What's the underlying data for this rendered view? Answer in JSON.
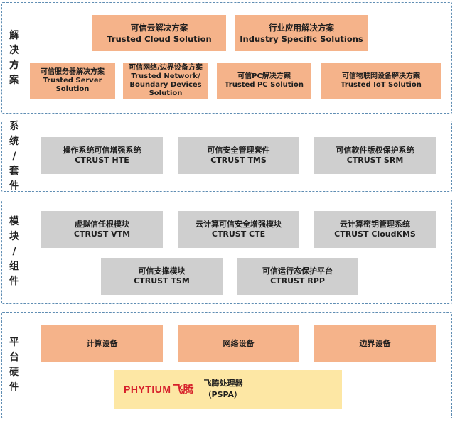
{
  "layers": {
    "solutions": {
      "label_chars": [
        "解",
        "决",
        "方",
        "案"
      ],
      "boxes": [
        {
          "cn": "可信云解决方案",
          "en": "Trusted Cloud Solution"
        },
        {
          "cn": "行业应用解决方案",
          "en": "Industry Specific Solutions"
        },
        {
          "cn": "可信服务器解决方案",
          "en": "Trusted Server Solution"
        },
        {
          "cn": "可信网络/边界设备方案",
          "en": "Trusted Network/ Boundary Devices Solution"
        },
        {
          "cn": "可信PC解决方案",
          "en": "Trusted PC Solution"
        },
        {
          "cn": "可信物联网设备解决方案",
          "en": "Trusted IoT Solution"
        }
      ]
    },
    "systems": {
      "label_chars": [
        "系",
        "统",
        "/",
        "套",
        "件"
      ],
      "boxes": [
        {
          "cn": "操作系统可信增强系统",
          "en": "CTRUST HTE"
        },
        {
          "cn": "可信安全管理套件",
          "en": "CTRUST TMS"
        },
        {
          "cn": "可信软件版权保护系统",
          "en": "CTRUST SRM"
        }
      ]
    },
    "modules": {
      "label_chars": [
        "模",
        "块",
        "/",
        "组",
        "件"
      ],
      "boxes": [
        {
          "cn": "虚拟信任根模块",
          "en": "CTRUST VTM"
        },
        {
          "cn": "云计算可信安全增强模块",
          "en": "CTRUST CTE"
        },
        {
          "cn": "云计算密钥管理系统",
          "en": "CTRUST CloudKMS"
        },
        {
          "cn": "可信支撑模块",
          "en": "CTRUST TSM"
        },
        {
          "cn": "可信运行态保护平台",
          "en": "CTRUST RPP"
        }
      ]
    },
    "platform": {
      "label_chars": [
        "平",
        "台",
        "硬",
        "件"
      ],
      "boxes": [
        {
          "cn": "计算设备"
        },
        {
          "cn": "网络设备"
        },
        {
          "cn": "边界设备"
        }
      ],
      "processor": {
        "logo_text": "PHYTIUM",
        "logo_cn": "飞腾",
        "cn": "飞腾处理器",
        "en": "（PSPA）"
      }
    }
  },
  "colors": {
    "border": "#5f8db3",
    "orange": "#f5b38a",
    "gray": "#cfcfcf",
    "yellow": "#fde7a4",
    "logo_red": "#d6202a"
  }
}
